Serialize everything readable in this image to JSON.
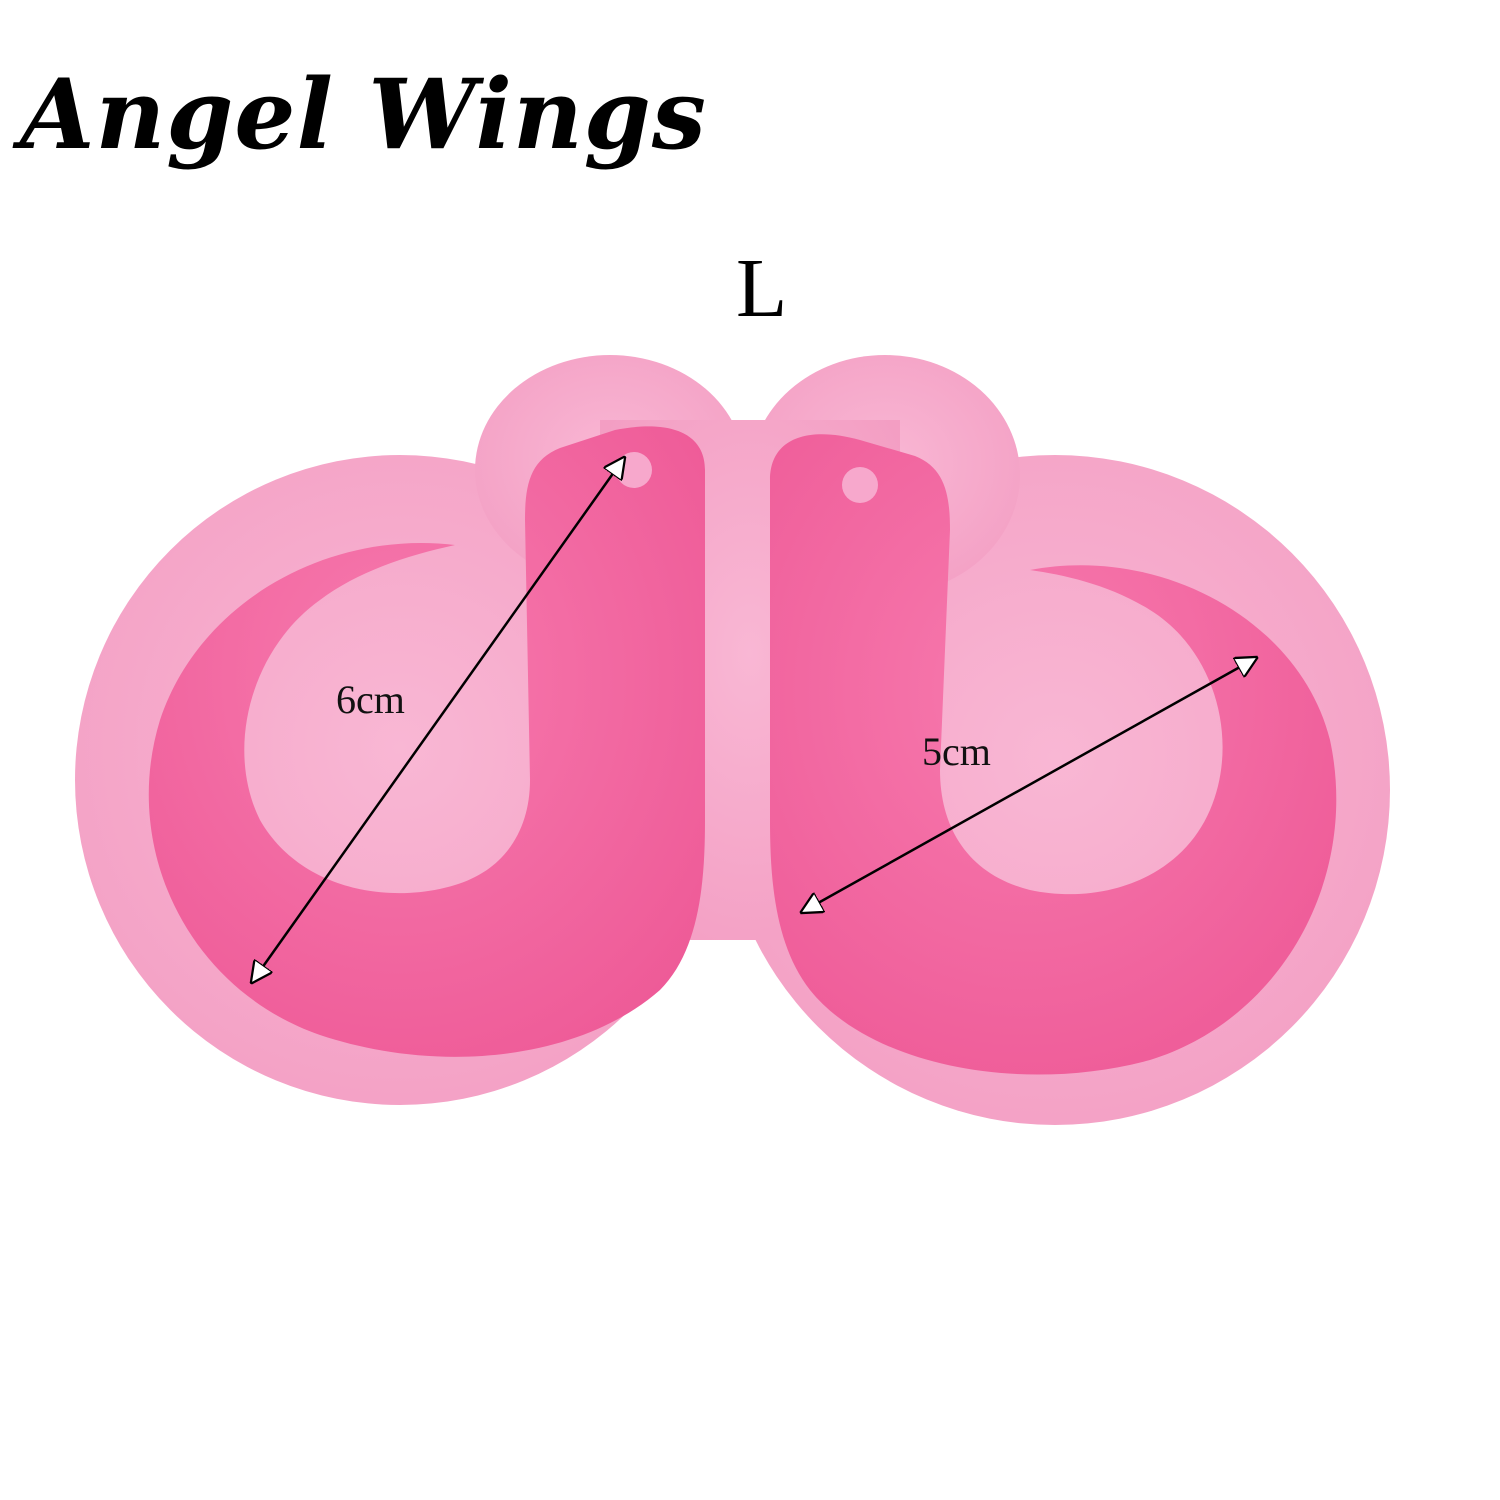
{
  "title": "Angel Wings",
  "size_label": "L",
  "dimensions": {
    "left": "6cm",
    "right": "5cm"
  },
  "colors": {
    "mold_outer": "#f7a8cc",
    "mold_cavity": "#f46fa6",
    "mold_cavity_dark": "#ec4f8e",
    "background": "#ffffff"
  }
}
